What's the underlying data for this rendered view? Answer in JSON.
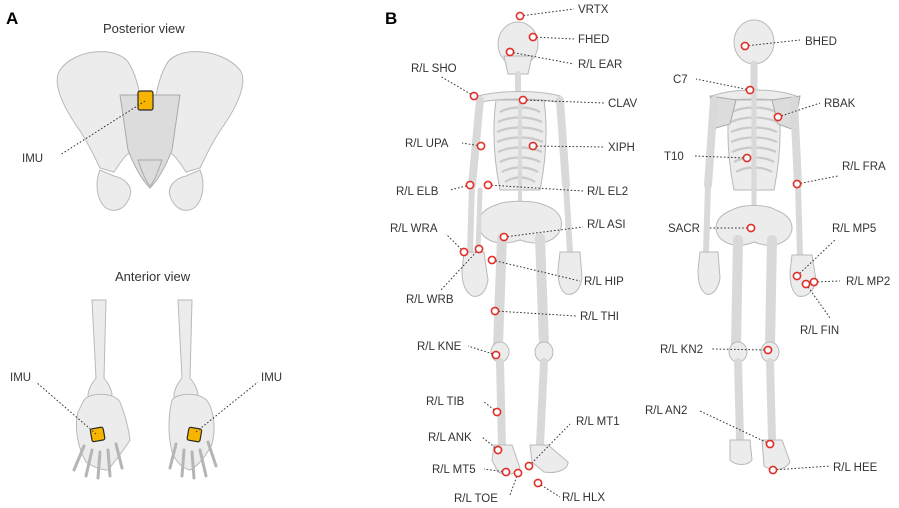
{
  "panel_a": {
    "letter": "A",
    "posterior_title": "Posterior view",
    "anterior_title": "Anterior view",
    "imu_label_pelvis": "IMU",
    "imu_label_left_foot": "IMU",
    "imu_label_right_foot": "IMU",
    "imu_color": "#f7b500"
  },
  "panel_b": {
    "letter": "B",
    "marker_color": "#e0302a",
    "front_markers": [
      {
        "id": "vrtx",
        "label": "VRTX"
      },
      {
        "id": "fhed",
        "label": "FHED"
      },
      {
        "id": "ear",
        "label": "R/L EAR"
      },
      {
        "id": "sho",
        "label": "R/L SHO"
      },
      {
        "id": "clav",
        "label": "CLAV"
      },
      {
        "id": "upa",
        "label": "R/L UPA"
      },
      {
        "id": "xiph",
        "label": "XIPH"
      },
      {
        "id": "elb",
        "label": "R/L ELB"
      },
      {
        "id": "el2",
        "label": "R/L EL2"
      },
      {
        "id": "asi",
        "label": "R/L ASI"
      },
      {
        "id": "wra",
        "label": "R/L WRA"
      },
      {
        "id": "wrb",
        "label": "R/L WRB"
      },
      {
        "id": "hip",
        "label": "R/L HIP"
      },
      {
        "id": "thi",
        "label": "R/L THI"
      },
      {
        "id": "kne",
        "label": "R/L KNE"
      },
      {
        "id": "tib",
        "label": "R/L TIB"
      },
      {
        "id": "mt1",
        "label": "R/L MT1"
      },
      {
        "id": "ank",
        "label": "R/L ANK"
      },
      {
        "id": "mt5",
        "label": "R/L MT5"
      },
      {
        "id": "toe",
        "label": "R/L TOE"
      },
      {
        "id": "hlx",
        "label": "R/L HLX"
      }
    ],
    "back_markers": [
      {
        "id": "bhed",
        "label": "BHED"
      },
      {
        "id": "c7",
        "label": "C7"
      },
      {
        "id": "rbak",
        "label": "RBAK"
      },
      {
        "id": "t10",
        "label": "T10"
      },
      {
        "id": "fra",
        "label": "R/L FRA"
      },
      {
        "id": "sacr",
        "label": "SACR"
      },
      {
        "id": "mp5",
        "label": "R/L MP5"
      },
      {
        "id": "mp2",
        "label": "R/L MP2"
      },
      {
        "id": "fin",
        "label": "R/L FIN"
      },
      {
        "id": "kn2",
        "label": "R/L KN2"
      },
      {
        "id": "an2",
        "label": "R/L AN2"
      },
      {
        "id": "hee",
        "label": "R/L HEE"
      }
    ]
  }
}
